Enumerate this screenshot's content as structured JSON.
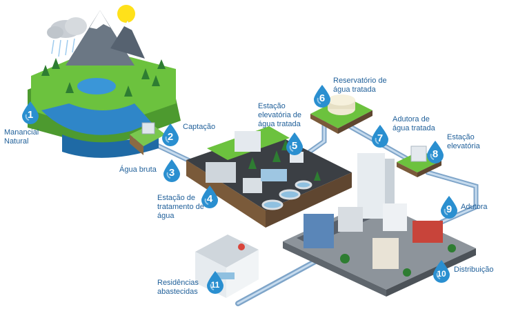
{
  "steps": [
    {
      "n": "1",
      "label": "Manancial\nNatural"
    },
    {
      "n": "2",
      "label": "Captação"
    },
    {
      "n": "3",
      "label": "Água bruta"
    },
    {
      "n": "4",
      "label": "Estação de\ntratamento de\nágua"
    },
    {
      "n": "5",
      "label": "Estação\nelevatória de\nágua tratada"
    },
    {
      "n": "6",
      "label": "Reservatório de\nágua tratada"
    },
    {
      "n": "7",
      "label": "Adutora de\nágua tratada"
    },
    {
      "n": "8",
      "label": "Estação\nelevatória"
    },
    {
      "n": "9",
      "label": "Adutora"
    },
    {
      "n": "10",
      "label": "Distribuição"
    },
    {
      "n": "11",
      "label": "Residências\nabastecidas"
    }
  ],
  "colors": {
    "accent": "#2a8fd0",
    "text": "#1f5f99",
    "pipe": "#8fb4d4",
    "grass": "#5cb83a",
    "water": "#2f86c8"
  }
}
